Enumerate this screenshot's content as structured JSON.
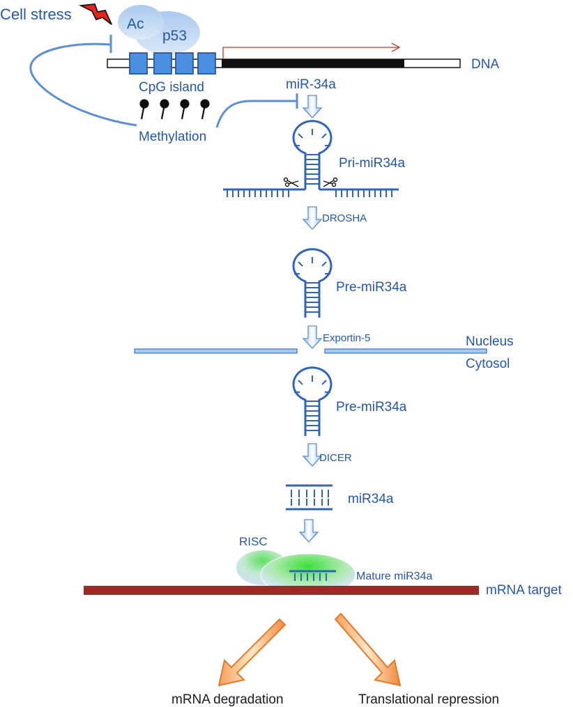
{
  "labels": {
    "cell_stress": "Cell stress",
    "ac": "Ac",
    "p53": "p53",
    "dna": "DNA",
    "cpg_island": "CpG island",
    "methylation": "Methylation",
    "mir34a_gene": "miR-34a",
    "pri_mir34a": "Pri-miR34a",
    "drosha": "DROSHA",
    "pre_mir34a_nucleus": "Pre-miR34a",
    "exportin": "Exportin-5",
    "nucleus": "Nucleus",
    "cytosol": "Cytosol",
    "pre_mir34a_cytosol": "Pre-miR34a",
    "dicer": "DICER",
    "mir34a": "miR34a",
    "risc": "RISC",
    "mature_mir34a": "Mature miR34a",
    "mrna_target": "mRNA target",
    "mrna_degradation": "mRNA degradation",
    "translational_repression": "Translational repression"
  },
  "colors": {
    "label_blue": "#2457a4",
    "strand_blue": "#2f64b8",
    "cpg_box": "#4a8fe0",
    "protein_bubble": "#bcd6f0",
    "mrna_red": "#9e2a25",
    "risc_green": "#4ee04e",
    "output_arrow": "#f08a3c",
    "promoter_arrow": "#c0392b"
  },
  "icons": {
    "cell_stress": "lightning-bolt-icon",
    "cleavage": "scissors-icon"
  }
}
